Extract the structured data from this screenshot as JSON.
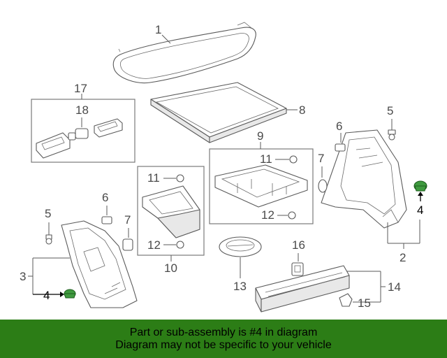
{
  "diagram": {
    "callouts": {
      "c1": "1",
      "c2": "2",
      "c3": "3",
      "c4a": "4",
      "c4b": "4",
      "c5a": "5",
      "c5b": "5",
      "c6a": "6",
      "c6b": "6",
      "c7a": "7",
      "c7b": "7",
      "c8": "8",
      "c9": "9",
      "c10": "10",
      "c11a": "11",
      "c11b": "11",
      "c12a": "12",
      "c12b": "12",
      "c13": "13",
      "c14": "14",
      "c15": "15",
      "c16": "16",
      "c17": "17",
      "c18": "18"
    },
    "highlight_color": "#3f9a3f"
  },
  "banner": {
    "line1": "Part or sub-assembly is #4 in diagram",
    "line2": "Diagram may not be specific to your vehicle",
    "background": "#2c7d16"
  }
}
